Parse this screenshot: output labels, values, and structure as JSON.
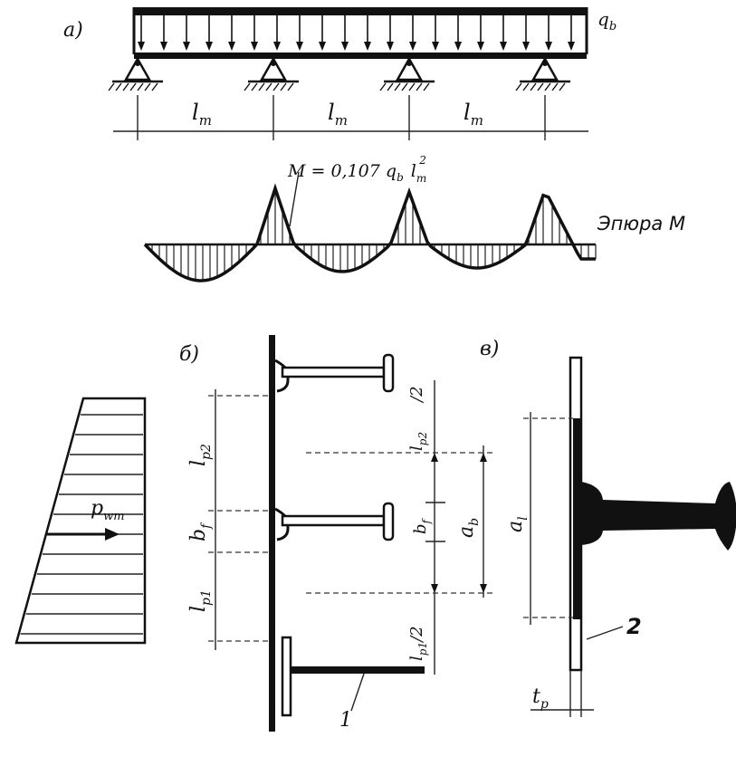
{
  "panel_a": {
    "tag": "а)",
    "load_label": "q",
    "load_label_sub": "b",
    "span_label": "l",
    "span_label_sub": "m",
    "spans_count": 3,
    "moment_formula": "M = 0,107 q",
    "moment_formula_sub": "b",
    "moment_formula_tail": "l",
    "moment_formula_tail_sub": "m",
    "moment_formula_tail_sup": "2",
    "epure_title": "Эпюра M"
  },
  "panel_b": {
    "tag": "б)",
    "wind_label": "p",
    "wind_label_sub": "wm",
    "dim_lp2": "l",
    "dim_lp2_sub": "p2",
    "dim_bf": "b",
    "dim_bf_sub": "f",
    "dim_lp1": "l",
    "dim_lp1_sub": "p1",
    "dim_half_top": "/2",
    "dim_lp2_small": "l",
    "dim_lp2_small_sub": "p2",
    "dim_bf_small": "b",
    "dim_bf_small_sub": "f",
    "dim_ab": "a",
    "dim_ab_sub": "b",
    "dim_lp1_half": "l",
    "dim_lp1_half_sub": "p1",
    "dim_lp1_half_tail": "/2",
    "callout_1": "1"
  },
  "panel_c": {
    "tag": "в)",
    "dim_a": "a",
    "dim_a_sub": "l",
    "dim_tp": "t",
    "dim_tp_sub": "p",
    "callout_2": "2"
  }
}
